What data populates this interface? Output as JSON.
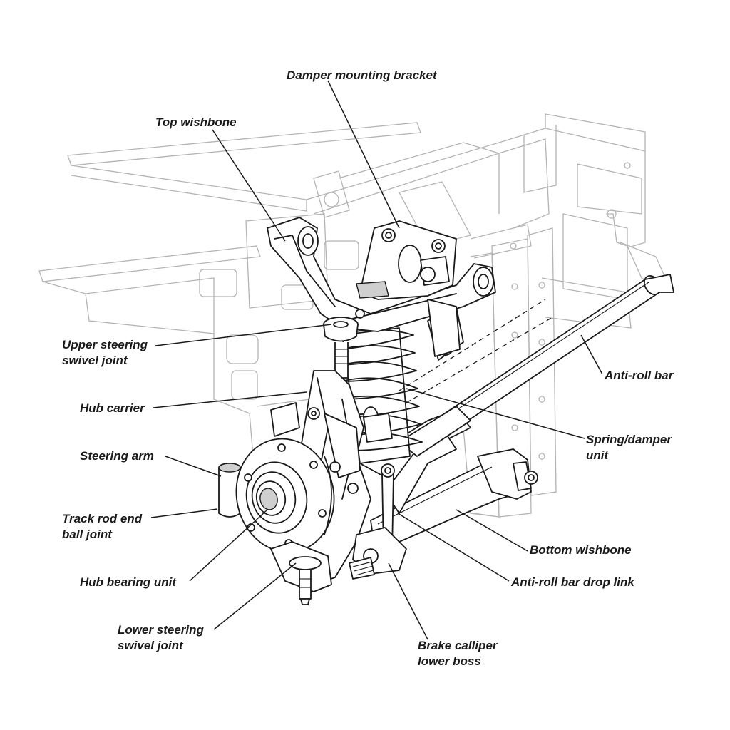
{
  "labels": {
    "damper_mounting_bracket": "Damper mounting bracket",
    "top_wishbone": "Top wishbone",
    "upper_steering_swivel_joint": [
      "Upper steering",
      "swivel joint"
    ],
    "hub_carrier": "Hub carrier",
    "steering_arm": "Steering arm",
    "track_rod_end_ball_joint": [
      "Track rod end",
      "ball joint"
    ],
    "hub_bearing_unit": "Hub bearing unit",
    "lower_steering_swivel_joint": [
      "Lower steering",
      "swivel joint"
    ],
    "brake_calliper_lower_boss": [
      "Brake calliper",
      "lower boss"
    ],
    "anti_roll_bar_drop_link": "Anti-roll bar drop link",
    "bottom_wishbone": "Bottom wishbone",
    "spring_damper_unit": [
      "Spring/damper",
      "unit"
    ],
    "anti_roll_bar": "Anti-roll bar"
  },
  "colors": {
    "line": "#1a1a1a",
    "background_structure": "#b4b4b4",
    "background": "#ffffff"
  }
}
